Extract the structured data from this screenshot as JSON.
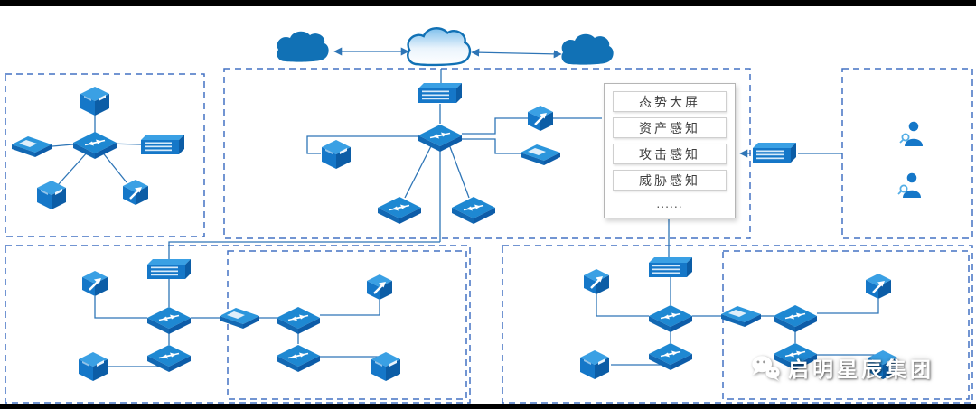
{
  "page": {
    "background": "#ffffff",
    "frame_bar_color": "#000000"
  },
  "colors": {
    "device_blue": "#1577c8",
    "device_blue_light": "#3aa0e4",
    "device_blue_dark": "#0c5da6",
    "line_blue": "#2e75b6",
    "zone_border_blue": "#4472c4",
    "panel_border_gray": "#b5b5b5",
    "panel_text": "#3f3f3f",
    "watermark_text": "#ffffff"
  },
  "panel": {
    "items": [
      "态势大屏",
      "资产感知",
      "攻击感知",
      "威胁感知",
      "......"
    ]
  },
  "watermark": {
    "brand": "启明星辰集团"
  },
  "icons": {
    "internet-cloud-icon": "cloud outline with gradient fill",
    "wan-cloud-icon": "solid blue cloud",
    "router-icon": "blue 1U rack device with white stripes",
    "switch-icon": "isometric blue switch with white arrows",
    "server-icon": "isometric blue server box",
    "firewall-icon": "isometric blue box with white arrow",
    "appliance-icon": "flat isometric blue appliance",
    "user-icon": "blue person silhouette with magnifier",
    "wechat-icon": "white WeChat speech-bubble logo"
  }
}
